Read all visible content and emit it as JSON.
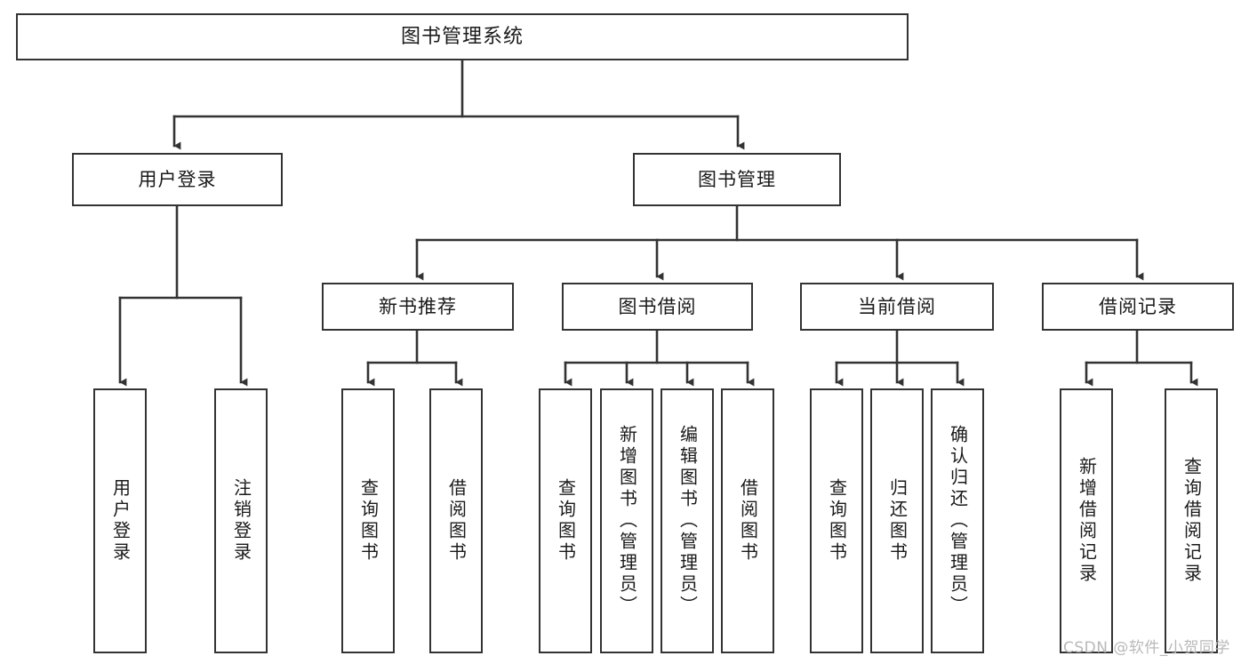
{
  "diagram": {
    "type": "tree",
    "title": "图书管理系统",
    "root": {
      "label": "图书管理系统"
    },
    "level1": [
      {
        "label": "用户登录"
      },
      {
        "label": "图书管理"
      }
    ],
    "level2": [
      {
        "label": "新书推荐",
        "parent": "图书管理"
      },
      {
        "label": "图书借阅",
        "parent": "图书管理"
      },
      {
        "label": "当前借阅",
        "parent": "图书管理"
      },
      {
        "label": "借阅记录",
        "parent": "图书管理"
      }
    ],
    "leaves": {
      "user_login": [
        {
          "label": "用户登录"
        },
        {
          "label": "注销登录"
        }
      ],
      "new_book_recommend": [
        {
          "label": "查询图书"
        },
        {
          "label": "借阅图书"
        }
      ],
      "book_borrow": [
        {
          "label": "查询图书"
        },
        {
          "label": "新增图书（管理员）"
        },
        {
          "label": "编辑图书（管理员）"
        },
        {
          "label": "借阅图书"
        }
      ],
      "current_borrow": [
        {
          "label": "查询图书"
        },
        {
          "label": "归还图书"
        },
        {
          "label": "确认归还（管理员）"
        }
      ],
      "borrow_record": [
        {
          "label": "新增借阅记录"
        },
        {
          "label": "查询借阅记录"
        }
      ]
    }
  },
  "watermark": {
    "text": "CSDN @软件_小贺同学"
  },
  "colors": {
    "border": "#333333",
    "text": "#1a1a1a",
    "background": "#ffffff",
    "watermark": "#b9b9b9"
  }
}
